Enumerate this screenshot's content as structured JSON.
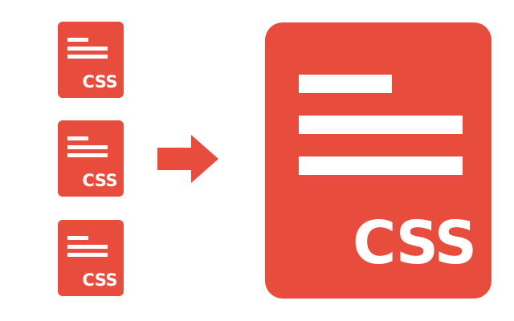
{
  "colors": {
    "accent": "#e74c3c",
    "foreground": "#ffffff",
    "background": "#ffffff"
  },
  "inputs": [
    {
      "label": "CSS"
    },
    {
      "label": "CSS"
    },
    {
      "label": "CSS"
    }
  ],
  "arrow": {
    "icon": "arrow-right-icon"
  },
  "output": {
    "label": "CSS"
  }
}
